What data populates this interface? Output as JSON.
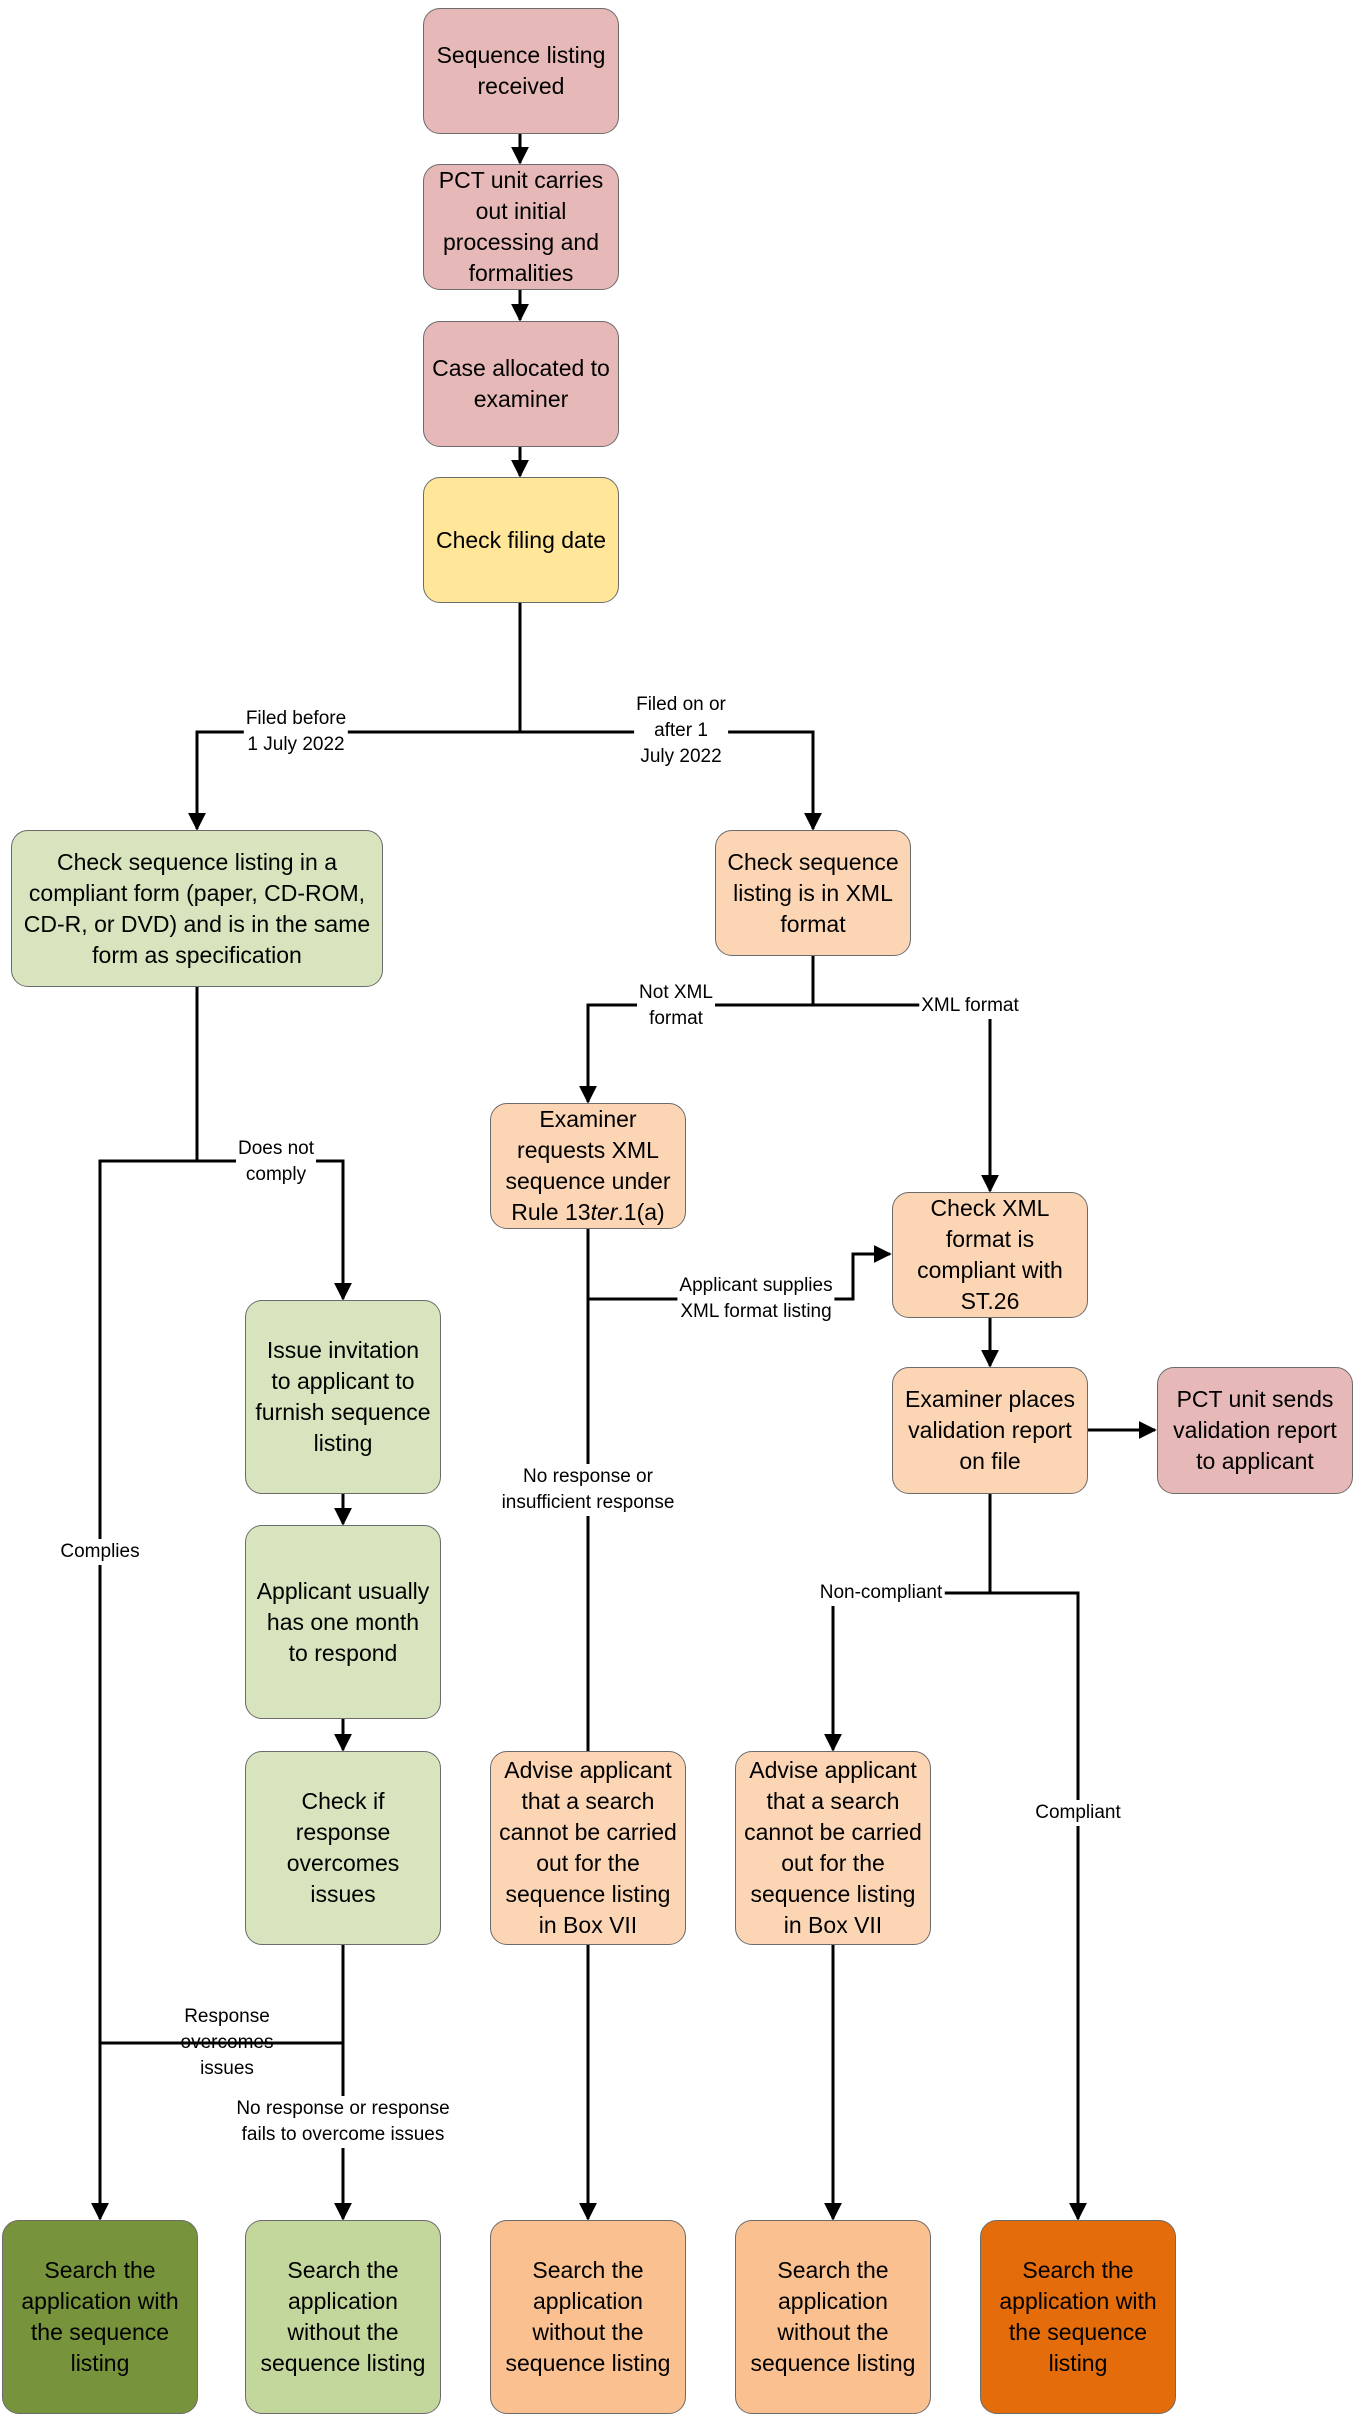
{
  "colors": {
    "pink": "#e6b9b8",
    "yellow": "#ffe699",
    "light_green": "#d7e4bd",
    "mid_green": "#c3d69b",
    "dark_green": "#77933c",
    "light_peach": "#fcd5b5",
    "peach": "#fac090",
    "dark_orange": "#e46c0a",
    "line": "#000000"
  },
  "nodes": {
    "received": "Sequence listing\nreceived",
    "pct_processing": "PCT unit carries\nout initial\nprocessing and\nformalities",
    "allocated": "Case allocated to\nexaminer",
    "check_date": "Check filing date",
    "check_form": "Check sequence listing in a\ncompliant form (paper, CD-ROM,\nCD-R, or DVD) and is in the same\nform as specification",
    "check_xml": "Check sequence\nlisting is in XML\nformat",
    "request_xml": "Examiner\nrequests XML\nsequence under\nRule 13",
    "request_xml_italic": "ter",
    "request_xml_end": ".1(a)",
    "check_st26": "Check XML\nformat is\ncompliant with\nST.26",
    "validation_report": "Examiner places\nvalidation report\non file",
    "pct_sends": "PCT unit sends\nvalidation report\nto applicant",
    "issue_invitation": "Issue invitation\nto applicant to\nfurnish sequence\nlisting",
    "one_month": "Applicant usually\nhas one month\nto respond",
    "check_response": "Check if response\novercomes issues",
    "advise_a": "Advise applicant\nthat a search\ncannot be carried\nout for the\nsequence listing\nin Box VII",
    "advise_b": "Advise applicant\nthat a search\ncannot be carried\nout for the\nsequence listing\nin Box VII",
    "search_with_green": "Search the\napplication with\nthe sequence\nlisting",
    "search_without_green": "Search the\napplication\nwithout the\nsequence listing",
    "search_without_a": "Search the\napplication\nwithout the\nsequence listing",
    "search_without_b": "Search the\napplication\nwithout the\nsequence listing",
    "search_with_orange": "Search the\napplication with\nthe sequence\nlisting"
  },
  "edge_labels": {
    "filed_before": "Filed before\n1 July 2022",
    "filed_after": "Filed on or\nafter 1\nJuly 2022",
    "not_xml": "Not XML\nformat",
    "xml_format": "XML format",
    "does_not_comply": "Does not\ncomply",
    "complies": "Complies",
    "applicant_supplies": "Applicant supplies\nXML format listing",
    "no_response_insufficient": "No response or\ninsufficient response",
    "non_compliant": "Non-compliant",
    "compliant": "Compliant",
    "response_overcomes": "Response\novercomes\nissues",
    "no_response_fails": "No response or response\nfails to overcome issues"
  }
}
